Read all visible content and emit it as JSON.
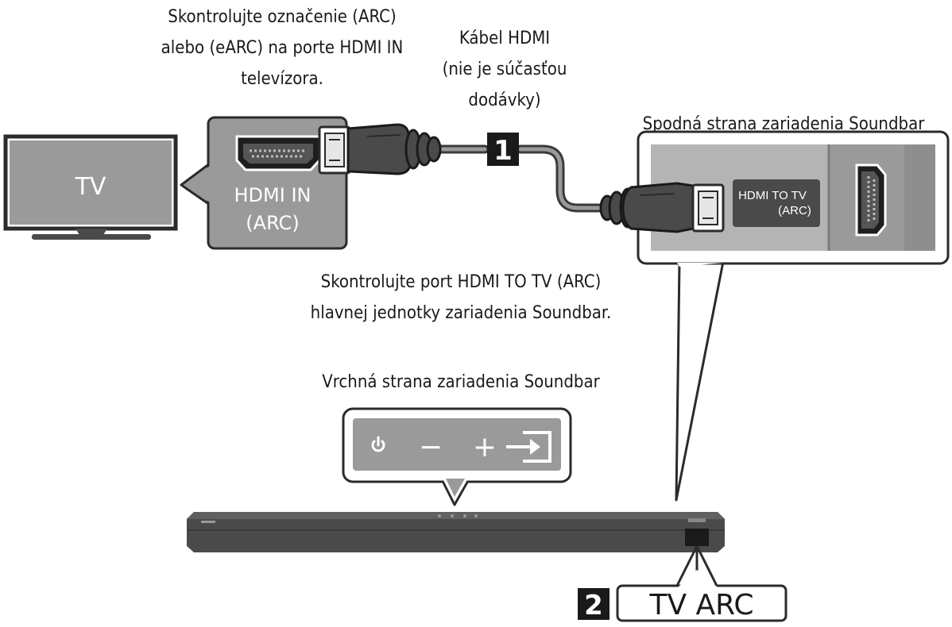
{
  "labels": {
    "tv_check_line1": "Skontrolujte označenie (ARC)",
    "tv_check_line2": "alebo (eARC) na porte HDMI IN",
    "tv_check_line3": "televízora.",
    "cable_line1": "Kábel HDMI",
    "cable_line2": "(nie je súčasťou",
    "cable_line3": "dodávky)",
    "bottom_side": "Spodná strana zariadenia Soundbar",
    "sb_port_line1": "Skontrolujte port HDMI TO TV (ARC)",
    "sb_port_line2": "hlavnej jednotky zariadenia Soundbar.",
    "top_side": "Vrchná strana zariadenia Soundbar"
  },
  "tv": {
    "label": "TV"
  },
  "tv_port": {
    "line1": "HDMI IN",
    "line2": "(ARC)"
  },
  "soundbar_port": {
    "line1": "HDMI TO TV",
    "line2": "(ARC)"
  },
  "steps": [
    {
      "number": "1"
    },
    {
      "number": "2",
      "text": "TV ARC"
    }
  ],
  "controls": [
    {
      "icon": "power-icon"
    },
    {
      "icon": "minus-icon",
      "glyph": "−"
    },
    {
      "icon": "plus-icon",
      "glyph": "+"
    },
    {
      "icon": "input-source-icon"
    }
  ],
  "colors": {
    "panel_gray": "#9a9a9a",
    "dark_gray": "#4a4a4a",
    "cable": "#3a3a3a"
  }
}
